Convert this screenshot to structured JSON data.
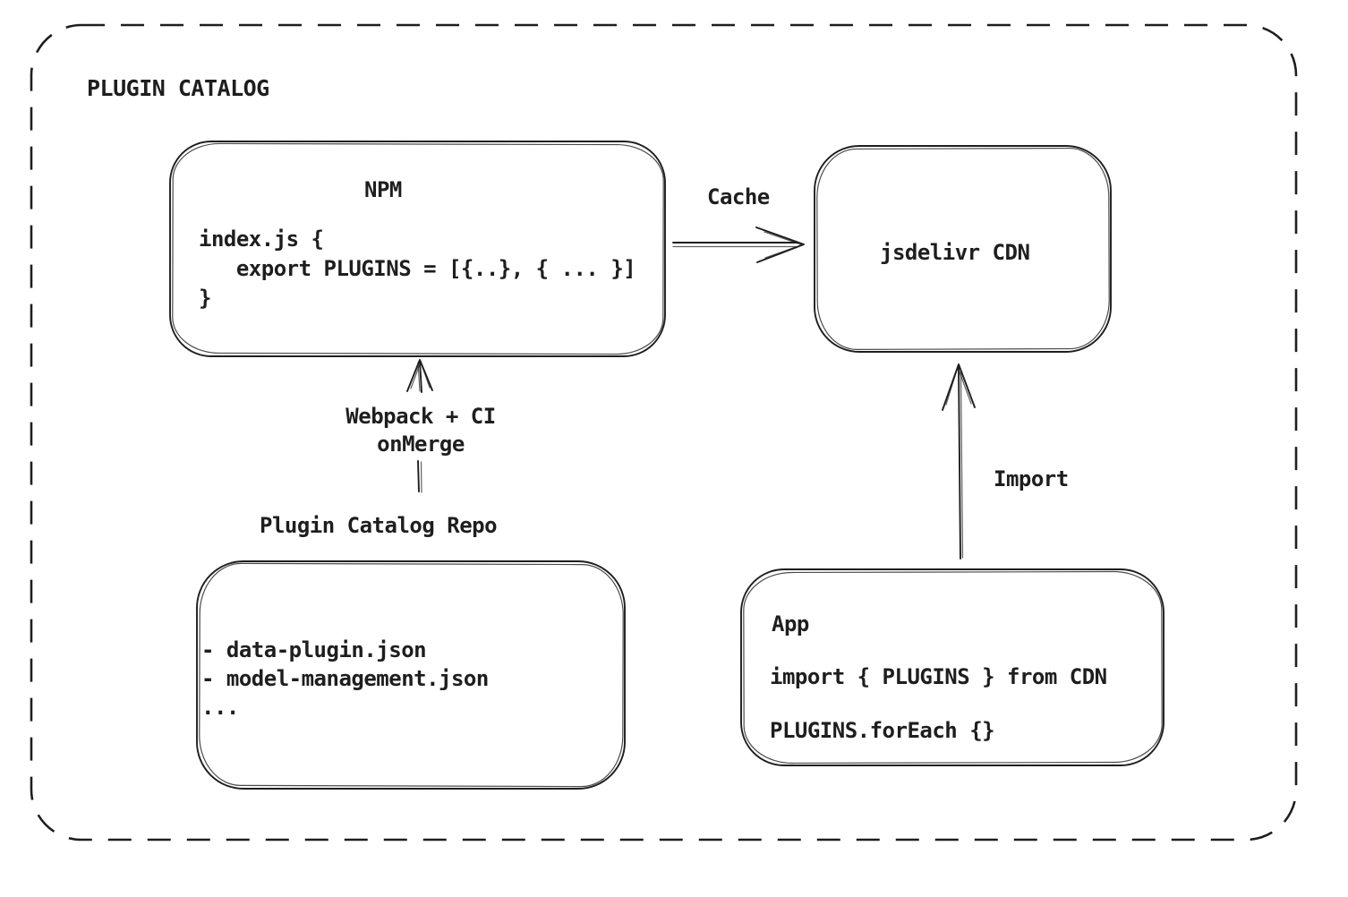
{
  "colors": {
    "stroke": "#1e1e1e",
    "background": "#ffffff"
  },
  "frame": {
    "title": "PLUGIN CATALOG"
  },
  "nodes": {
    "npm": {
      "title": "NPM",
      "code_lines": {
        "0": "index.js {",
        "1": "   export PLUGINS = [{..}, { ... }]",
        "2": "}"
      }
    },
    "cdn": {
      "label": "jsdelivr CDN"
    },
    "repo": {
      "label": "Plugin Catalog Repo",
      "files": {
        "0": "- data-plugin.json",
        "1": "- model-management.json",
        "2": "..."
      }
    },
    "app": {
      "title": "App",
      "import_line": "import { PLUGINS } from CDN",
      "foreach_line": "PLUGINS.forEach {}"
    }
  },
  "edges": {
    "cache": {
      "label": "Cache"
    },
    "build": {
      "label_line1": "Webpack + CI",
      "label_line2": "onMerge"
    },
    "import": {
      "label": "Import"
    }
  }
}
